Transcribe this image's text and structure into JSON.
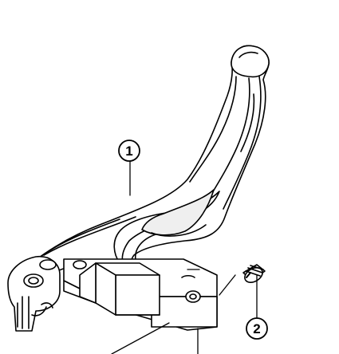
{
  "callouts": [
    {
      "id": "1"
    },
    {
      "id": "2"
    }
  ],
  "colors": {
    "line": "#000000",
    "background": "#ffffff",
    "shade": "#e8e8e8"
  },
  "subject": "lever-assembly-exploded-illustration"
}
